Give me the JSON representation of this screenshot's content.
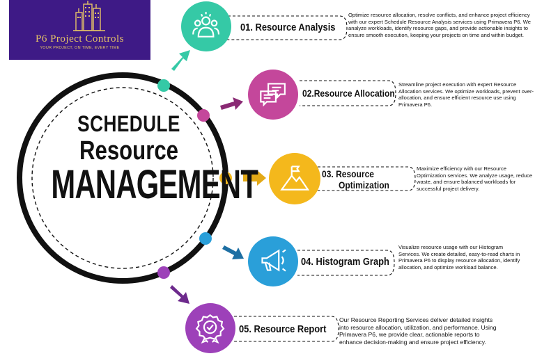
{
  "logo": {
    "title": "P6 Project Controls",
    "tagline": "YOUR PROJECT, ON TIME, EVERY TIME"
  },
  "center": {
    "line1": "SCHEDULE",
    "line2": "Resource",
    "line3": "MANAGEMENT"
  },
  "colors": {
    "teal": "#35c9a6",
    "magenta": "#c4479b",
    "yellow": "#f4b81c",
    "blue": "#2a9fd9",
    "purple": "#9d41b9",
    "logo_bg": "#3e1a86",
    "logo_gold": "#e6c467"
  },
  "steps": [
    {
      "title": "01. Resource Analysis",
      "icon": "team-icon",
      "description": "Optimize resource allocation, resolve conflicts, and enhance project efficiency with our expert Schedule Resource Analysis services using Primavera P6. We analyze workloads, identify resource gaps, and provide actionable insights to ensure smooth execution, keeping your projects on time and within budget."
    },
    {
      "title": "02.Resource Allocation",
      "icon": "chat-bubbles-icon",
      "description": "Streamline project execution with expert Resource Allocation services. We optimize workloads, prevent over-allocation, and ensure efficient resource use using Primavera P6."
    },
    {
      "title_line1": "03.  Resource",
      "title_line2": "Optimization",
      "icon": "mountain-flag-icon",
      "description": "Maximize efficiency with our Resource Optimization services. We analyze usage, reduce waste, and ensure balanced workloads for successful project delivery."
    },
    {
      "title": "04. Histogram Graph",
      "icon": "megaphone-icon",
      "description": "Visualize resource usage with our Histogram Services. We create detailed, easy-to-read charts in Primavera P6 to display resource allocation, identify allocation, and optimize workload balance."
    },
    {
      "title": "05. Resource Report",
      "icon": "award-badge-icon",
      "description": "Our Resource Reporting Services deliver detailed insights into resource allocation, utilization, and performance. Using Primavera P6, we provide clear, actionable reports to enhance decision-making and ensure project efficiency."
    }
  ]
}
